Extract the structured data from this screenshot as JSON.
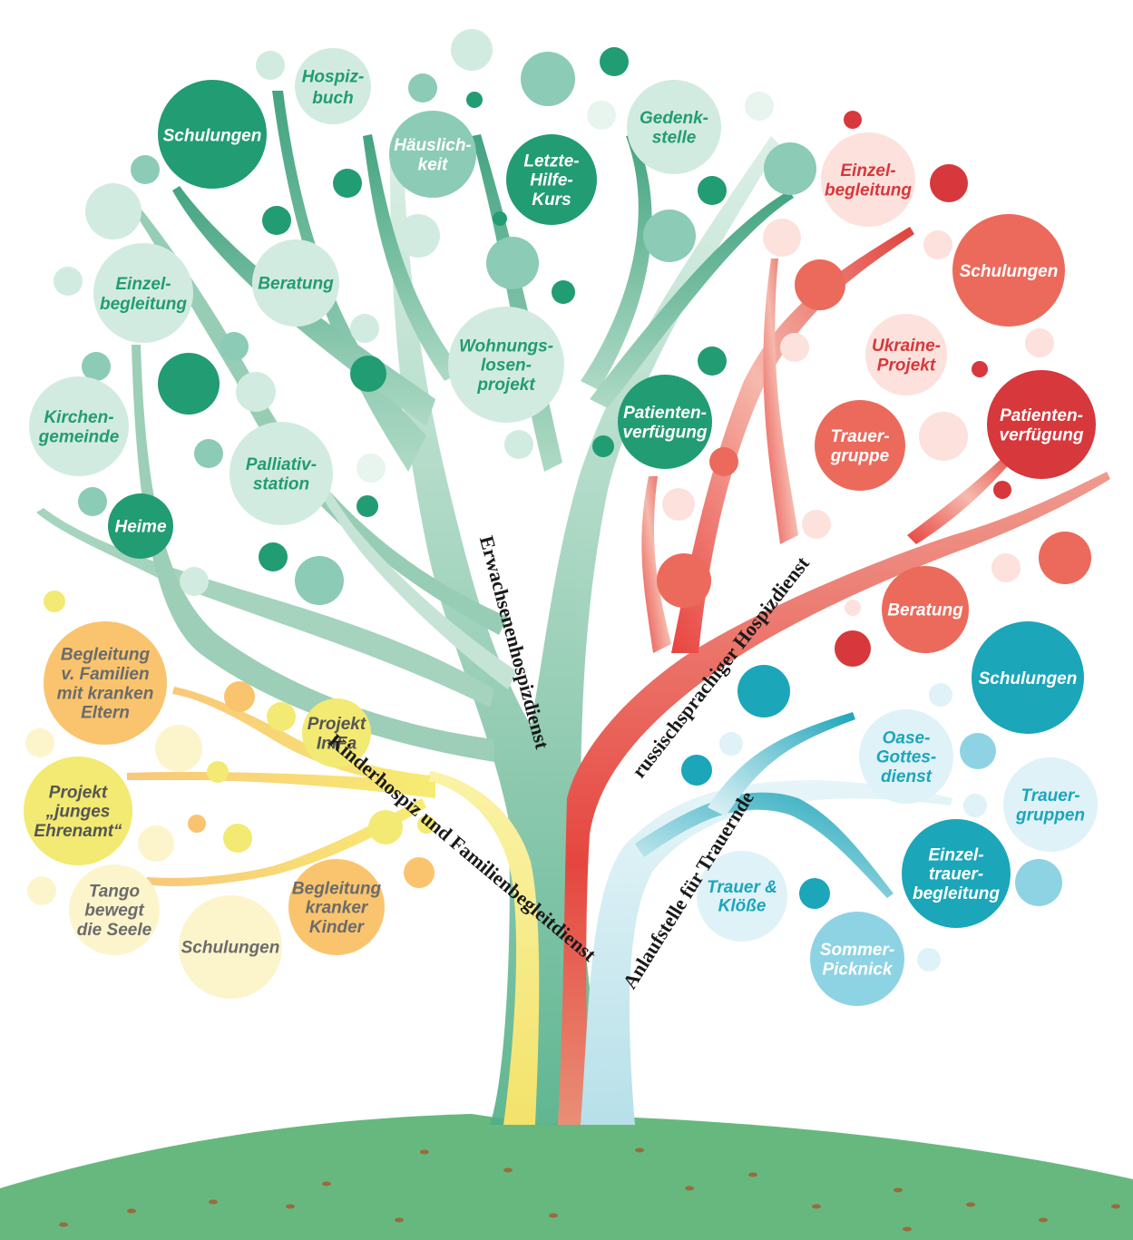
{
  "colors": {
    "green_dark": "#229c72",
    "green_mid": "#8ccbb6",
    "green_light": "#d2ebe0",
    "red_dark": "#d6383c",
    "red_mid": "#eb6a5c",
    "red_light": "#fde1dc",
    "teal_dark": "#1ba6b9",
    "teal_mid": "#8ed3e4",
    "teal_light": "#dff2f8",
    "orange": "#fac46e",
    "yellow": "#f2ea72",
    "yellow_light": "#fcf5cc",
    "ground": "#67b87f"
  },
  "branches": [
    {
      "id": "erwachsenen",
      "label": "Erwachsenenhospizdienst",
      "color": "#6db596"
    },
    {
      "id": "russisch",
      "label": "russischsprachiger Hospizdienst",
      "color": "#ec7d70"
    },
    {
      "id": "trauernde",
      "label": "Anlaufstelle für Trauernde",
      "color": "#3fb1c4"
    },
    {
      "id": "kinder_a",
      "label": "Kinderhospiz und Familienbegleitdienst",
      "color": "#f6d771"
    }
  ],
  "bubbles": [
    {
      "lines": [
        "Schulungen"
      ],
      "group": "green",
      "shade": "dark"
    },
    {
      "lines": [
        "Hospiz-",
        "buch"
      ],
      "group": "green",
      "shade": "light"
    },
    {
      "lines": [
        "Häuslich-",
        "keit"
      ],
      "group": "green",
      "shade": "mid"
    },
    {
      "lines": [
        "Letzte-",
        "Hilfe-",
        "Kurs"
      ],
      "group": "green",
      "shade": "dark"
    },
    {
      "lines": [
        "Gedenk-",
        "stelle"
      ],
      "group": "green",
      "shade": "light"
    },
    {
      "lines": [
        "Einzel-",
        "begleitung"
      ],
      "group": "green",
      "shade": "light"
    },
    {
      "lines": [
        "Beratung"
      ],
      "group": "green",
      "shade": "light"
    },
    {
      "lines": [
        "Wohnungs-",
        "losen-",
        "projekt"
      ],
      "group": "green",
      "shade": "light"
    },
    {
      "lines": [
        "Kirchen-",
        "gemeinde"
      ],
      "group": "green",
      "shade": "light"
    },
    {
      "lines": [
        "Palliativ-",
        "station"
      ],
      "group": "green",
      "shade": "light"
    },
    {
      "lines": [
        "Patienten-",
        "verfügung"
      ],
      "group": "green",
      "shade": "dark"
    },
    {
      "lines": [
        "Heime"
      ],
      "group": "green",
      "shade": "dark"
    },
    {
      "lines": [
        "Einzel-",
        "begleitung"
      ],
      "group": "red",
      "shade": "light"
    },
    {
      "lines": [
        "Schulungen"
      ],
      "group": "red",
      "shade": "mid"
    },
    {
      "lines": [
        "Ukraine-",
        "Projekt"
      ],
      "group": "red",
      "shade": "light"
    },
    {
      "lines": [
        "Trauer-",
        "gruppe"
      ],
      "group": "red",
      "shade": "mid"
    },
    {
      "lines": [
        "Patienten-",
        "verfügung"
      ],
      "group": "red",
      "shade": "dark"
    },
    {
      "lines": [
        "Beratung"
      ],
      "group": "red",
      "shade": "mid"
    },
    {
      "lines": [
        "Schulungen"
      ],
      "group": "teal",
      "shade": "dark"
    },
    {
      "lines": [
        "Oase-",
        "Gottes-",
        "dienst"
      ],
      "group": "teal",
      "shade": "light"
    },
    {
      "lines": [
        "Trauer-",
        "gruppen"
      ],
      "group": "teal",
      "shade": "light"
    },
    {
      "lines": [
        "Einzel-",
        "trauer-",
        "begleitung"
      ],
      "group": "teal",
      "shade": "dark"
    },
    {
      "lines": [
        "Trauer &",
        "Klöße"
      ],
      "group": "teal",
      "shade": "light"
    },
    {
      "lines": [
        "Sommer-",
        "Picknick"
      ],
      "group": "teal",
      "shade": "mid"
    },
    {
      "lines": [
        "Begleitung",
        "v. Familien",
        "mit kranken",
        "Eltern"
      ],
      "group": "yellow",
      "shade": "orange"
    },
    {
      "lines": [
        "Projekt",
        "InIFa"
      ],
      "group": "yellow",
      "shade": "mid"
    },
    {
      "lines": [
        "Projekt",
        "„junges",
        "Ehrenamt“"
      ],
      "group": "yellow",
      "shade": "mid"
    },
    {
      "lines": [
        "Tango",
        "bewegt",
        "die Seele"
      ],
      "group": "yellow",
      "shade": "light"
    },
    {
      "lines": [
        "Schulungen"
      ],
      "group": "yellow",
      "shade": "light"
    },
    {
      "lines": [
        "Begleitung",
        "kranker",
        "Kinder"
      ],
      "group": "yellow",
      "shade": "orange"
    }
  ]
}
